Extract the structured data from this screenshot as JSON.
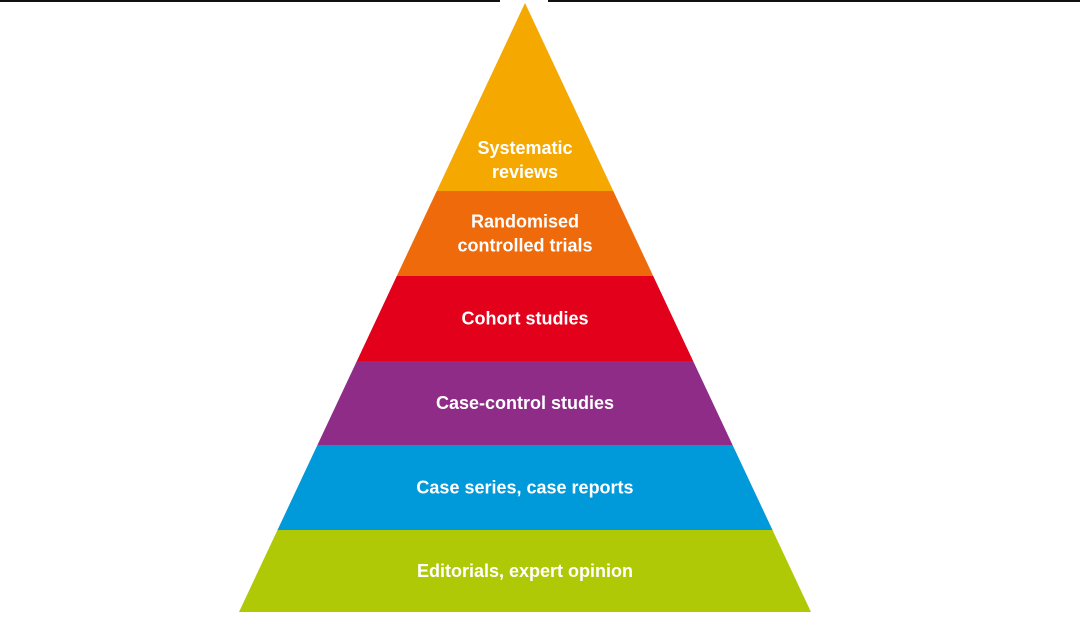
{
  "pyramid": {
    "levels": [
      {
        "lines": [
          "Systematic",
          "reviews"
        ],
        "color": "#F5A800"
      },
      {
        "lines": [
          "Randomised",
          "controlled trials"
        ],
        "color": "#EE6A0A"
      },
      {
        "lines": [
          "Cohort studies"
        ],
        "color": "#E2001A"
      },
      {
        "lines": [
          "Case-control studies"
        ],
        "color": "#8E2C87"
      },
      {
        "lines": [
          "Case series, case reports"
        ],
        "color": "#0099DA"
      },
      {
        "lines": [
          "Editorials, expert opinion"
        ],
        "color": "#AFC907"
      }
    ]
  }
}
